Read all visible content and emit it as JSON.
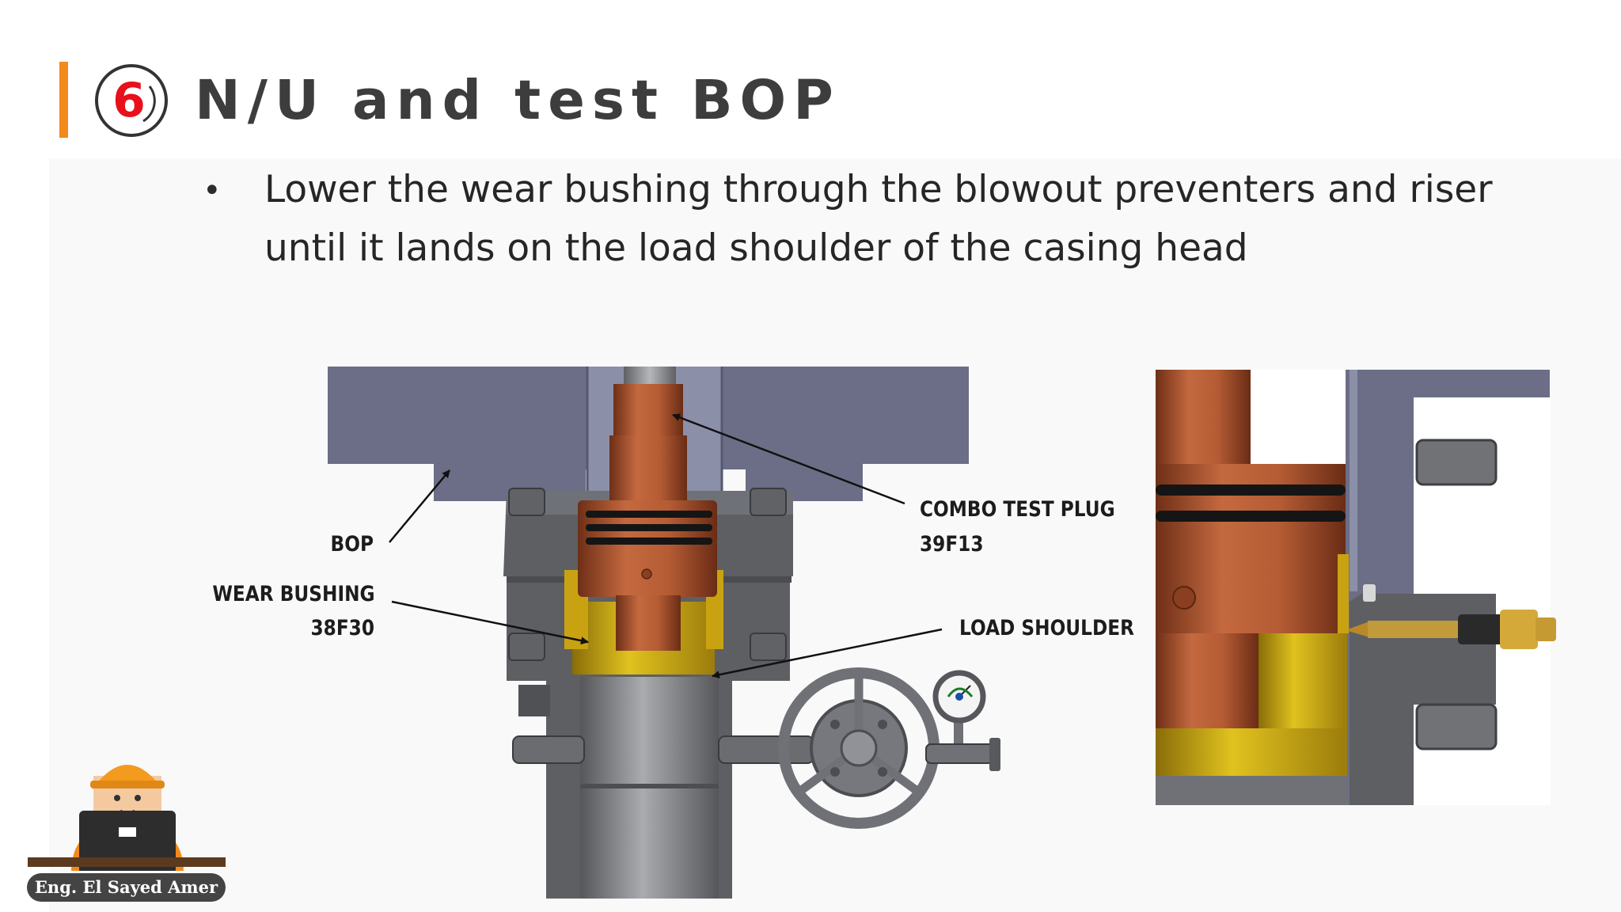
{
  "slide": {
    "step_number": "6",
    "title": "N/U and test BOP",
    "bullets": [
      "Lower the wear bushing through the blowout preventers and riser until it lands on the load shoulder of the casing head"
    ]
  },
  "diagram": {
    "labels": {
      "bop": "BOP",
      "wear_bushing_line1": "WEAR BUSHING",
      "wear_bushing_line2": "38F30",
      "combo_plug_line1": "COMBO TEST PLUG",
      "combo_plug_line2": "39F13",
      "load_shoulder": "LOAD SHOULDER"
    }
  },
  "author": {
    "name": "Eng. El Sayed Amer"
  },
  "colors": {
    "accent": "#f28a1c",
    "step_number": "#e8101a",
    "bop_body": "#6b6e86",
    "copper": "#a5502c",
    "brass": "#c9a212",
    "steel": "#77797d"
  }
}
